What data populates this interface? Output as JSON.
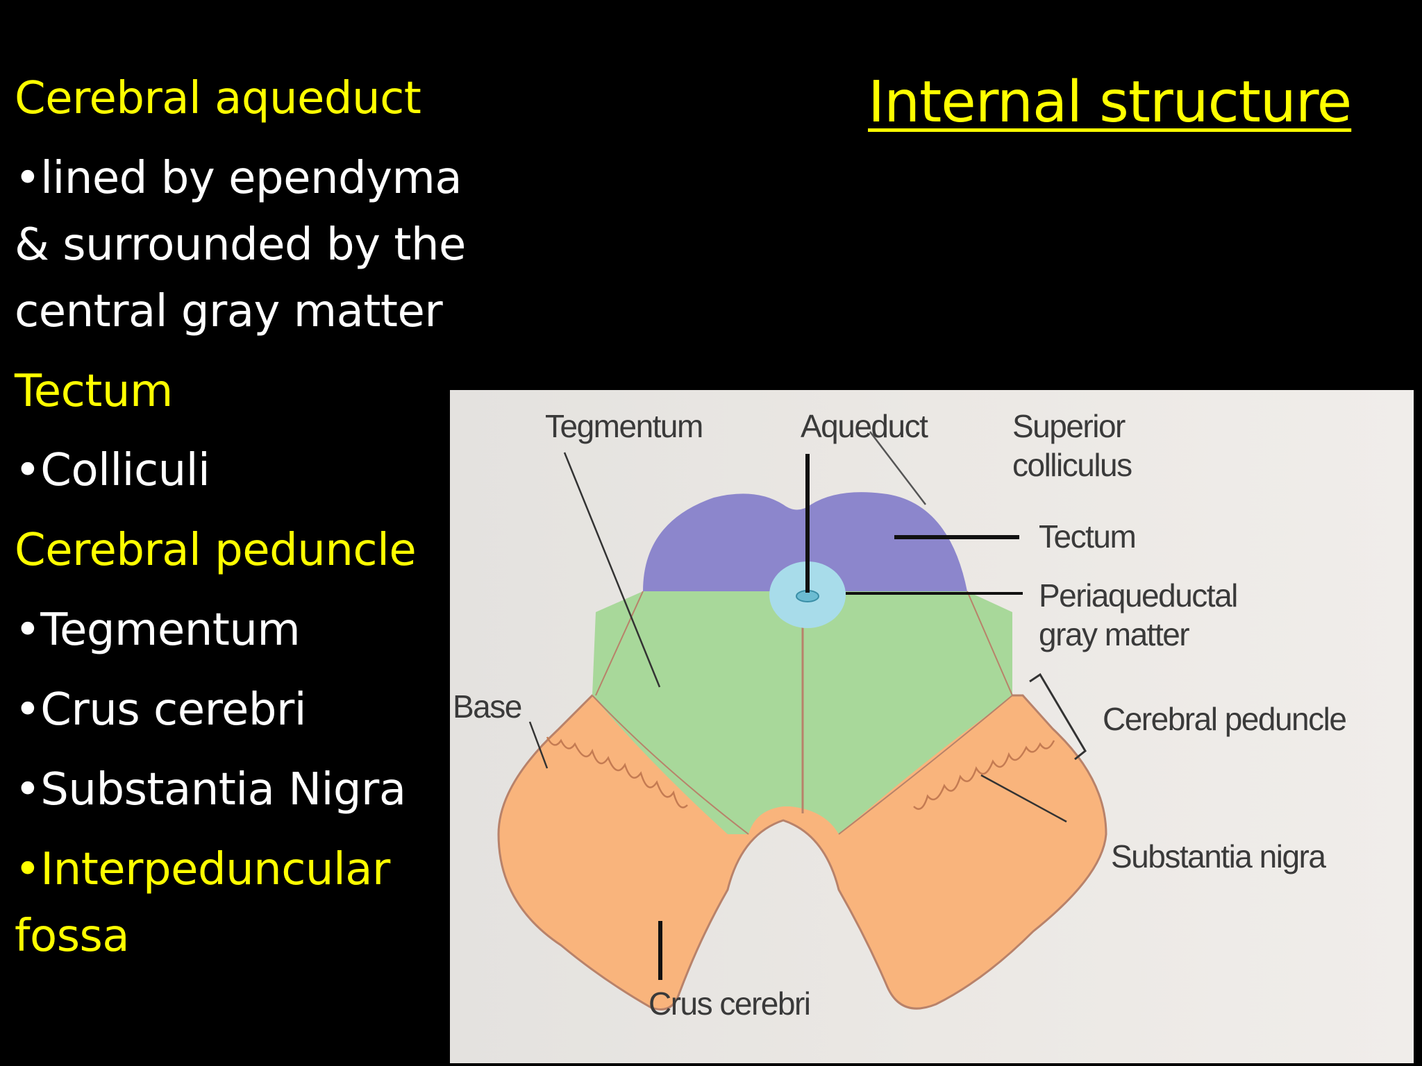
{
  "slide": {
    "title": "Internal structure"
  },
  "text_column": [
    {
      "text": "Cerebral aqueduct",
      "color": "#ffff00",
      "kind": "heading"
    },
    {
      "text": "•lined by ependyma",
      "color": "#ffffff",
      "kind": "bullet"
    },
    {
      "text": "& surrounded by the",
      "color": "#ffffff",
      "kind": "bullet-cont"
    },
    {
      "text": "central gray matter",
      "color": "#ffffff",
      "kind": "bullet-cont"
    },
    {
      "text": "Tectum",
      "color": "#ffff00",
      "kind": "heading"
    },
    {
      "text": "•Colliculi",
      "color": "#ffffff",
      "kind": "bullet"
    },
    {
      "text": "Cerebral peduncle",
      "color": "#ffff00",
      "kind": "heading"
    },
    {
      "text": "•Tegmentum",
      "color": "#ffffff",
      "kind": "bullet"
    },
    {
      "text": "•Crus cerebri",
      "color": "#ffffff",
      "kind": "bullet"
    },
    {
      "text": "•Substantia Nigra",
      "color": "#ffffff",
      "kind": "bullet"
    },
    {
      "text": "•Interpeduncular",
      "color": "#ffff00",
      "kind": "bullet"
    },
    {
      "text": "fossa",
      "color": "#ffff00",
      "kind": "bullet-cont"
    }
  ],
  "diagram": {
    "labels": {
      "tegmentum": "Tegmentum",
      "aqueduct": "Aqueduct",
      "superior_colliculus_1": "Superior",
      "superior_colliculus_2": "colliculus",
      "tectum": "Tectum",
      "periaqueductal_1": "Periaqueductal",
      "periaqueductal_2": "gray matter",
      "base": "Base",
      "cerebral_peduncle": "Cerebral peduncle",
      "substantia_nigra": "Substantia nigra",
      "crus_cerebri": "Crus cerebri"
    },
    "colors": {
      "tectum": "#8c86cc",
      "tegmentum": "#a8d89a",
      "base": "#f9b47c",
      "periaqueductal": "#a8dcea",
      "aqueduct": "#6cbcd2",
      "outline": "#b8826a",
      "leader": "#222222"
    }
  }
}
